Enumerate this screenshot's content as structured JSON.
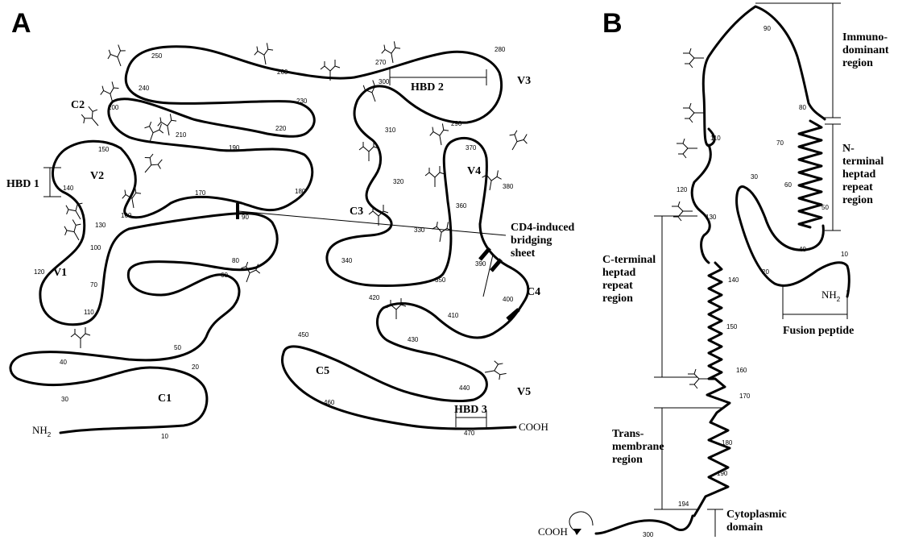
{
  "panels": {
    "a": {
      "letter": "A",
      "regions": {
        "c1": "C1",
        "c2": "C2",
        "c3": "C3",
        "c4": "C4",
        "c5": "C5",
        "v1": "V1",
        "v2": "V2",
        "v3": "V3",
        "v4": "V4",
        "v5": "V5",
        "hbd1": "HBD 1",
        "hbd2": "HBD 2",
        "hbd3": "HBD 3"
      },
      "cd4_label": [
        "CD4-induced",
        "bridging",
        "sheet"
      ],
      "nh2": "NH",
      "nh2_sub": "2",
      "cooh": "COOH",
      "residues": [
        "10",
        "20",
        "30",
        "40",
        "50",
        "60",
        "70",
        "80",
        "90",
        "100",
        "110",
        "120",
        "130",
        "140",
        "150",
        "160",
        "170",
        "180",
        "190",
        "200",
        "210",
        "220",
        "230",
        "240",
        "250",
        "260",
        "270",
        "280",
        "290",
        "300",
        "310",
        "320",
        "330",
        "340",
        "350",
        "360",
        "370",
        "380",
        "390",
        "400",
        "410",
        "420",
        "430",
        "440",
        "450",
        "460",
        "470"
      ]
    },
    "b": {
      "letter": "B",
      "immunodominant": [
        "Immuno-",
        "dominant",
        "region"
      ],
      "n_terminal": [
        "N-",
        "terminal",
        "heptad",
        "repeat",
        "region"
      ],
      "c_terminal": [
        "C-terminal",
        "heptad",
        "repeat",
        "region"
      ],
      "transmembrane": [
        "Trans-",
        "membrane",
        "region"
      ],
      "cytoplasmic": [
        "Cytoplasmic",
        "domain"
      ],
      "fusion_peptide": "Fusion peptide",
      "nh2": "NH",
      "nh2_sub": "2",
      "cooh": "COOH",
      "residues": [
        "10",
        "20",
        "30",
        "40",
        "50",
        "60",
        "70",
        "80",
        "90",
        "110",
        "120",
        "130",
        "140",
        "150",
        "160",
        "170",
        "180",
        "190",
        "194",
        "300"
      ]
    }
  }
}
